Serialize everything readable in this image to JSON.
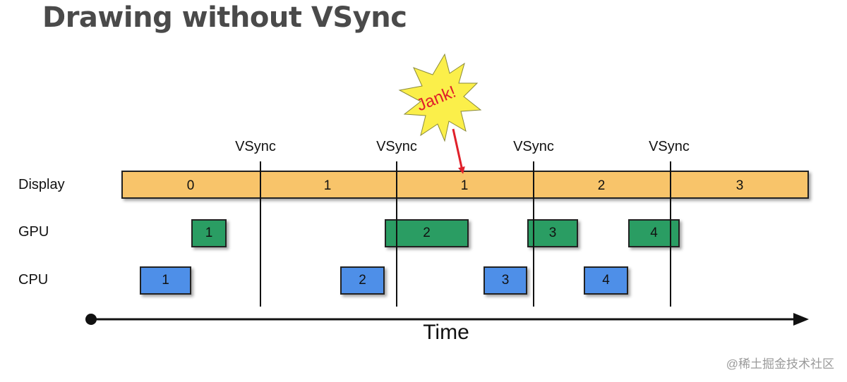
{
  "title": "Drawing without VSync",
  "rows": {
    "display": "Display",
    "gpu": "GPU",
    "cpu": "CPU"
  },
  "vsync": [
    "VSync",
    "VSync",
    "VSync",
    "VSync"
  ],
  "display_segments": [
    "0",
    "1",
    "1",
    "2",
    "3"
  ],
  "gpu_frames": [
    "1",
    "2",
    "3",
    "4"
  ],
  "cpu_frames": [
    "1",
    "2",
    "3",
    "4"
  ],
  "jank": "Jank!",
  "axis_label": "Time",
  "watermark": "@稀土掘金技术社区",
  "colors": {
    "display": "#f8c46a",
    "gpu": "#2a9d63",
    "cpu": "#4e8fe8",
    "jank_burst": "#fbef4a",
    "arrow": "#e0202a"
  }
}
